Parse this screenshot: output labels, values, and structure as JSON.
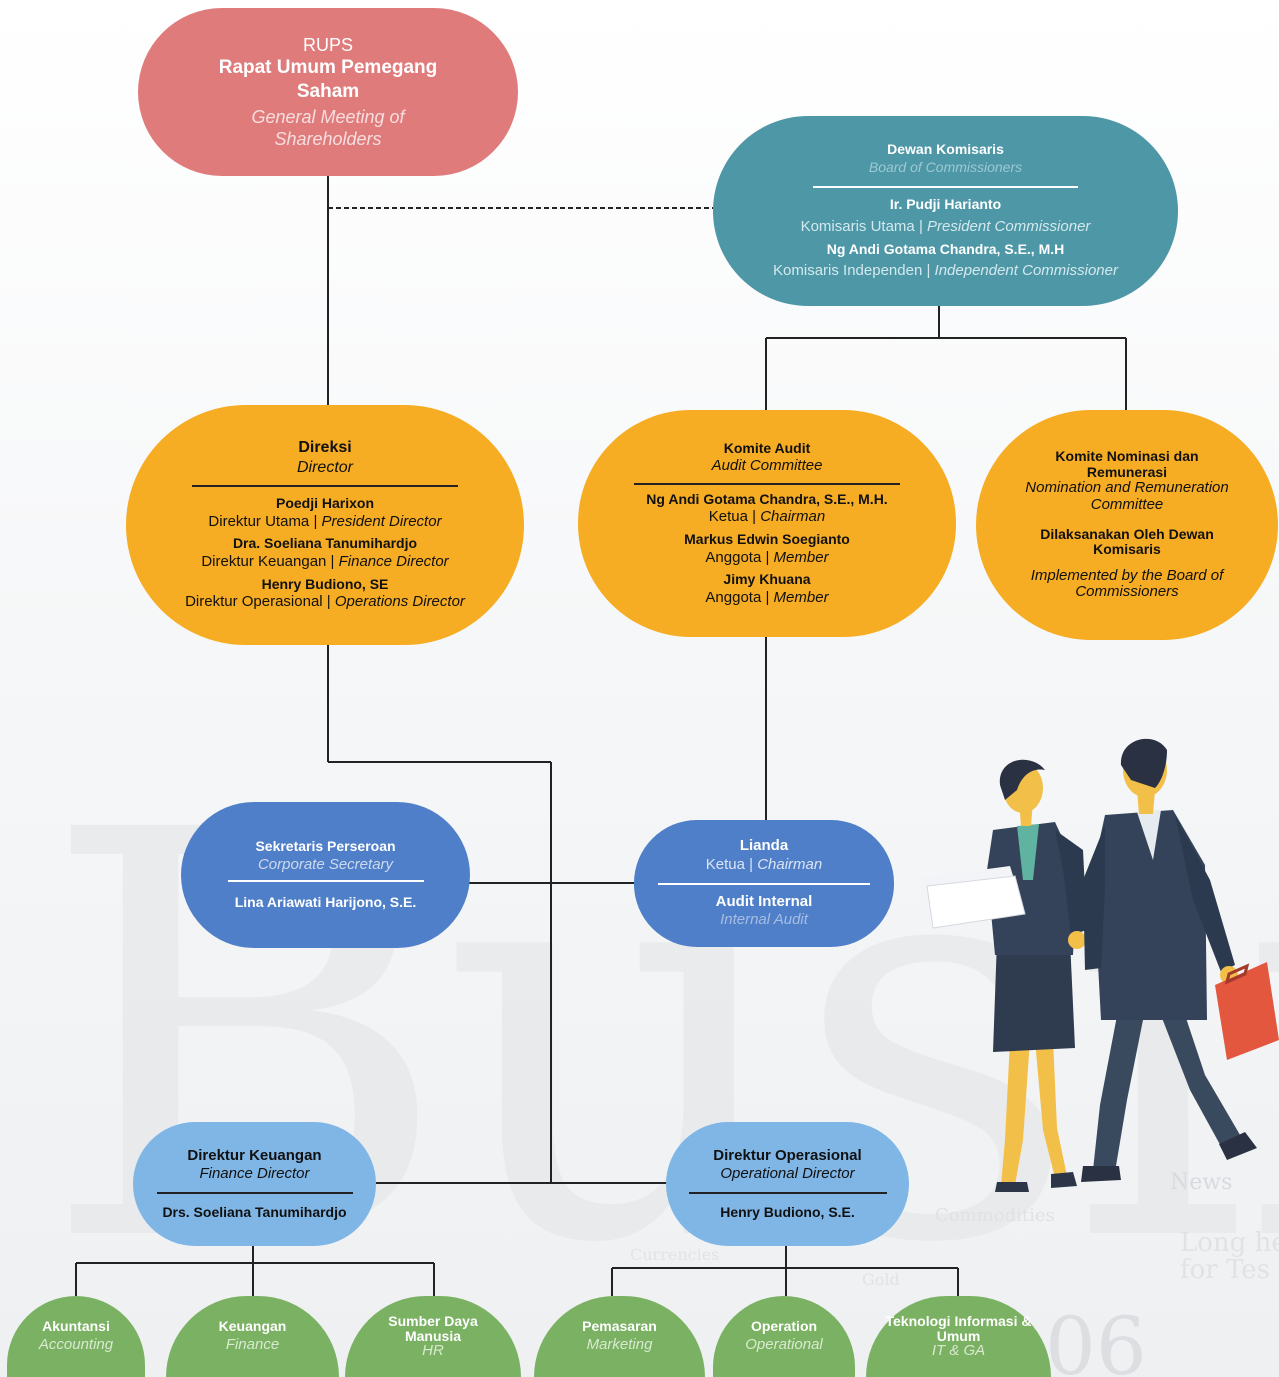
{
  "rups": {
    "abbr": "RUPS",
    "name": "Rapat Umum Pemegang Saham",
    "en": "General Meeting of Shareholders"
  },
  "commissioners": {
    "title": "Dewan Komisaris",
    "title_en": "Board of Commissioners",
    "members": [
      {
        "name": "Ir. Pudji Harianto",
        "role": "Komisaris Utama",
        "role_en": "President Commissioner"
      },
      {
        "name": "Ng Andi Gotama Chandra, S.E., M.H",
        "role": "Komisaris Independen",
        "role_en": "Independent Commissioner"
      }
    ]
  },
  "direksi": {
    "title": "Direksi",
    "title_en": "Director",
    "members": [
      {
        "name": "Poedji Harixon",
        "role": "Direktur Utama",
        "role_en": "President Director"
      },
      {
        "name": "Dra. Soeliana Tanumihardjo",
        "role": "Direktur Keuangan",
        "role_en": "Finance Director"
      },
      {
        "name": "Henry Budiono, SE",
        "role": "Direktur Operasional",
        "role_en": "Operations Director"
      }
    ]
  },
  "audit_committee": {
    "title": "Komite Audit",
    "title_en": "Audit Committee",
    "members": [
      {
        "name": "Ng Andi Gotama Chandra, S.E., M.H.",
        "role": "Ketua",
        "role_en": "Chairman"
      },
      {
        "name": "Markus Edwin Soegianto",
        "role": "Anggota",
        "role_en": "Member"
      },
      {
        "name": "Jimy Khuana",
        "role": "Anggota",
        "role_en": "Member"
      }
    ]
  },
  "nomination": {
    "title": "Komite Nominasi dan Remunerasi",
    "title_en": "Nomination and Remuneration Committee",
    "impl": "Dilaksanakan Oleh Dewan Komisaris",
    "impl_en": "Implemented by the Board of Commissioners"
  },
  "secretary": {
    "title": "Sekretaris Perseroan",
    "title_en": "Corporate Secretary",
    "name": "Lina Ariawati Harijono, S.E."
  },
  "internal_audit": {
    "name": "Lianda",
    "role": "Ketua",
    "role_en": "Chairman",
    "title": "Audit Internal",
    "title_en": "Internal Audit"
  },
  "fin_dir": {
    "title": "Direktur Keuangan",
    "title_en": "Finance Director",
    "name": "Drs. Soeliana Tanumihardjo"
  },
  "ops_dir": {
    "title": "Direktur Operasional",
    "title_en": "Operational Director",
    "name": "Henry Budiono, S.E."
  },
  "depts": [
    {
      "name": "Akuntansi",
      "en": "Accounting"
    },
    {
      "name": "Keuangan",
      "en": "Finance"
    },
    {
      "name": "Sumber Daya Manusia",
      "en": "HR"
    },
    {
      "name": "Pemasaran",
      "en": "Marketing"
    },
    {
      "name": "Operation",
      "en": "Operational"
    },
    {
      "name": "Teknologi Informasi & Umum",
      "en": "IT & GA"
    }
  ],
  "watermark": {
    "big": "Busine",
    "num": "06",
    "news": "News",
    "comm": "Commodities",
    "gold": "Gold",
    "curr": "Currencies",
    "long": "Long he\nfor Tes"
  },
  "sep": " | ",
  "colors": {
    "pink": "#e07b7c",
    "teal": "#4e97a6",
    "gold": "#f6ac23",
    "blue": "#4f7fc8",
    "light_blue": "#7fb6e6",
    "green": "#7ab162",
    "line": "#222222"
  }
}
